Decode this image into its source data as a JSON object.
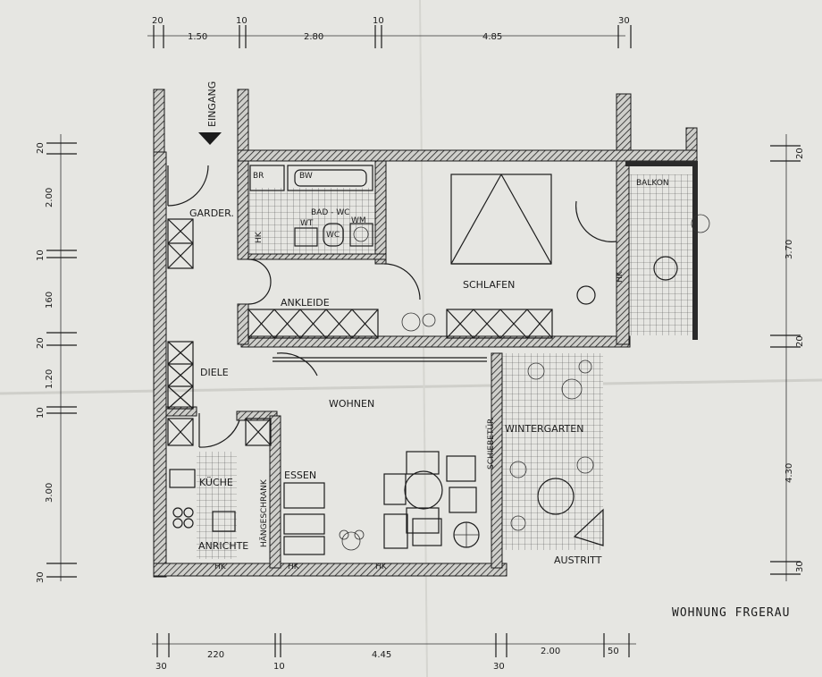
{
  "title": "WOHNUNG FRGERAU",
  "entrance": "EINGANG",
  "rooms": {
    "br": "BR",
    "bw": "BW",
    "bad_wc": "BAD - WC",
    "wt": "WT",
    "wc": "WC",
    "wm": "WM",
    "garder": "GARDER.",
    "hk": "HK",
    "ankleide": "ANKLEIDE",
    "schlafen": "SCHLAFEN",
    "balkon": "BALKON",
    "diele": "DIELE",
    "wohnen": "WOHNEN",
    "kueche": "KÜCHE",
    "essen": "ESSEN",
    "anrichte": "ANRICHTE",
    "haengeschrank": "HÄNGESCHRANK",
    "schiebetuer": "SCHIEBETÜR",
    "wintergarten": "WINTERGARTEN",
    "austritt": "AUSTRITT"
  },
  "dims_top": {
    "t1": "20",
    "t2": "1.50",
    "t3": "10",
    "t4": "2.80",
    "t5": "10",
    "t6": "4.85",
    "t7": "30"
  },
  "dims_bottom": {
    "b1": "30",
    "b2": "220",
    "b3": "10",
    "b4": "4.45",
    "b5": "30",
    "b6": "2.00",
    "b7": "50"
  },
  "dims_left": {
    "l1": "20",
    "l2": "2.00",
    "l3": "10",
    "l4": "160",
    "l5": "20",
    "l6": "1.20",
    "l7": "10",
    "l8": "3.00",
    "l9": "30"
  },
  "dims_right": {
    "r1": "20",
    "r2": "3.70",
    "r3": "20",
    "r4": "4.30",
    "r5": "30"
  }
}
